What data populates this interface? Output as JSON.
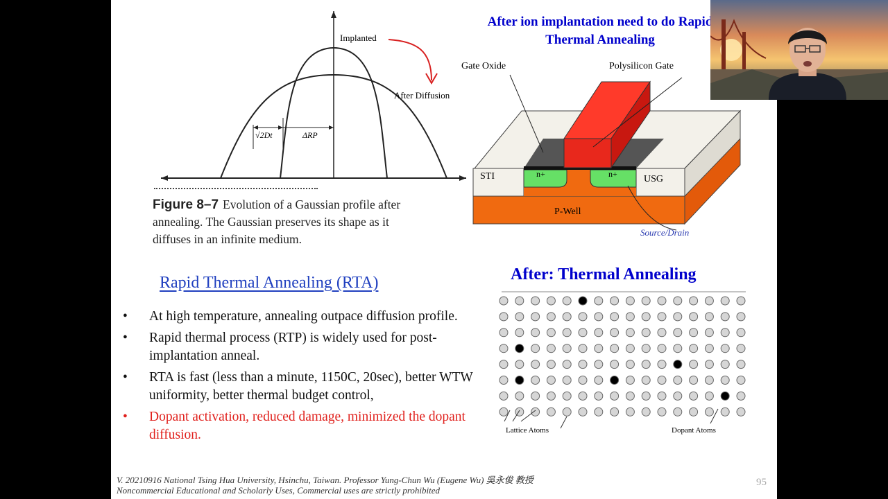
{
  "gaussian_figure": {
    "implanted_label": "Implanted",
    "after_diffusion_label": "After Diffusion",
    "width_label_left": "√2Dt",
    "width_label_right": "ΔRP",
    "caption_label": "Figure 8–7",
    "caption_text": "Evolution of a Gaussian profile after annealing. The Gaussian preserves its shape as it diffuses in an infinite medium."
  },
  "mosfet_figure": {
    "title": "After ion implantation need to do Rapid\nThermal Annealing",
    "gate_oxide_label": "Gate Oxide",
    "polysilicon_gate_label": "Polysilicon Gate",
    "sti_label": "STI",
    "usg_label": "USG",
    "n_plus_label": "n+",
    "p_well_label": "P-Well",
    "source_drain_label": "Source/Drain"
  },
  "rta": {
    "heading": "Rapid Thermal Annealing (RTA)",
    "bullets": [
      "At high temperature, annealing outpace diffusion profile.",
      "Rapid thermal process (RTP) is widely used for post-implantation anneal.",
      "RTA is fast (less than a minute, 1150C, 20sec), better WTW uniformity, better thermal budget control,",
      "Dopant activation,  reduced damage, minimized the dopant diffusion."
    ],
    "bullet_symbol": "•"
  },
  "lattice_figure": {
    "title": "After: Thermal Annealing",
    "rows": 8,
    "cols": 16,
    "dopant_positions": [
      [
        0,
        5
      ],
      [
        3,
        1
      ],
      [
        4,
        11
      ],
      [
        5,
        1
      ],
      [
        5,
        7
      ],
      [
        6,
        14
      ]
    ],
    "lattice_atoms_label": "Lattice Atoms",
    "dopant_atoms_label": "Dopant Atoms"
  },
  "footer": {
    "line1": "V. 20210916 National Tsing Hua University, Hsinchu, Taiwan. Professor Yung-Chun Wu (Eugene Wu) 吳永俊 教授",
    "line2": "Noncommercial Educational and Scholarly Uses, Commercial uses are strictly prohibited",
    "page_number": "95"
  },
  "colors": {
    "title_blue": "#0000cc",
    "heading_blue": "#1f3fbf",
    "highlight_red": "#e0201c",
    "gate_red": "#e8281c",
    "pwell_orange": "#f06a10",
    "source_drain_green": "#66e066"
  }
}
